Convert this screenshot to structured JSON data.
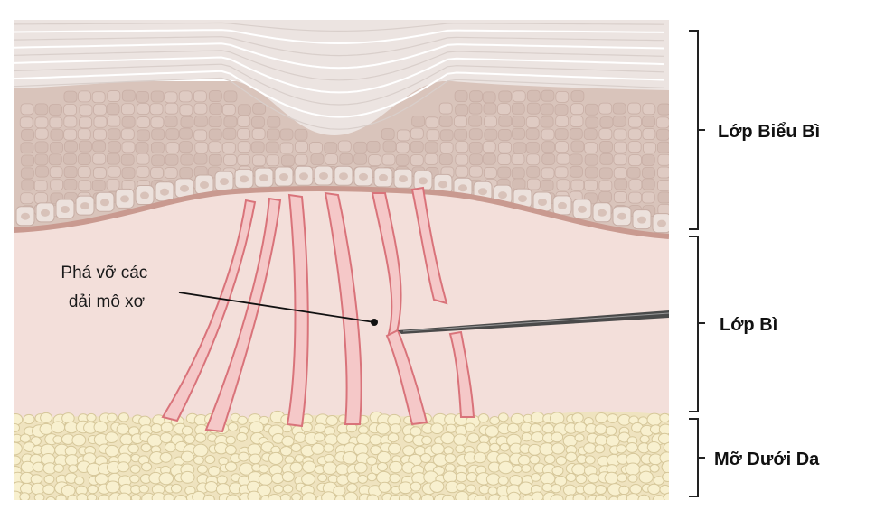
{
  "annotation": {
    "line1": "Phá vỡ các",
    "line2": "dải mô xơ"
  },
  "layers": {
    "epidermis": "Lớp Biểu Bì",
    "dermis": "Lớp Bì",
    "subcutaneous": "Mỡ Dưới Da"
  },
  "colors": {
    "stratum_corneum": "#ede6e3",
    "epidermis_cells": "#d8c4bc",
    "dermis": "#f3dfda",
    "basement_membrane": "#c99a90",
    "fibrous_band_fill": "#f5c8c8",
    "fibrous_band_stroke": "#d9737a",
    "fat_globule": "#f8f0cf",
    "fat_stroke": "#d6c79a",
    "needle": "#4a4a4a",
    "bracket": "#222222"
  },
  "icons": [
    "needle-icon"
  ]
}
